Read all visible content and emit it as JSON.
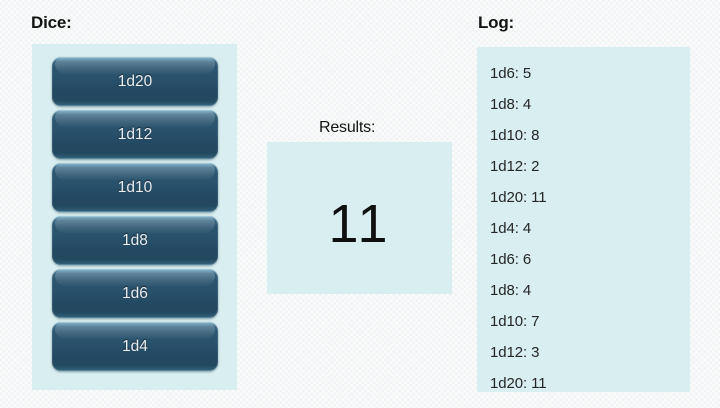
{
  "page": {
    "background_color": "#f1f4f5",
    "panel_color": "#d8eef0",
    "button_color_dark": "#234861",
    "button_color_light": "#74b0c9",
    "text_color": "#141414"
  },
  "dice": {
    "heading": "Dice:",
    "buttons": [
      {
        "label": "1d20",
        "sides": 20
      },
      {
        "label": "1d12",
        "sides": 12
      },
      {
        "label": "1d10",
        "sides": 10
      },
      {
        "label": "1d8",
        "sides": 8
      },
      {
        "label": "1d6",
        "sides": 6
      },
      {
        "label": "1d4",
        "sides": 4
      }
    ]
  },
  "results": {
    "heading": "Results:",
    "value": "11"
  },
  "log": {
    "heading": "Log:",
    "entries": [
      "1d6: 5",
      "1d8: 4",
      "1d10: 8",
      "1d12: 2",
      "1d20: 11",
      "1d4: 4",
      "1d6: 6",
      "1d8: 4",
      "1d10: 7",
      "1d12: 3",
      "1d20: 11"
    ]
  }
}
